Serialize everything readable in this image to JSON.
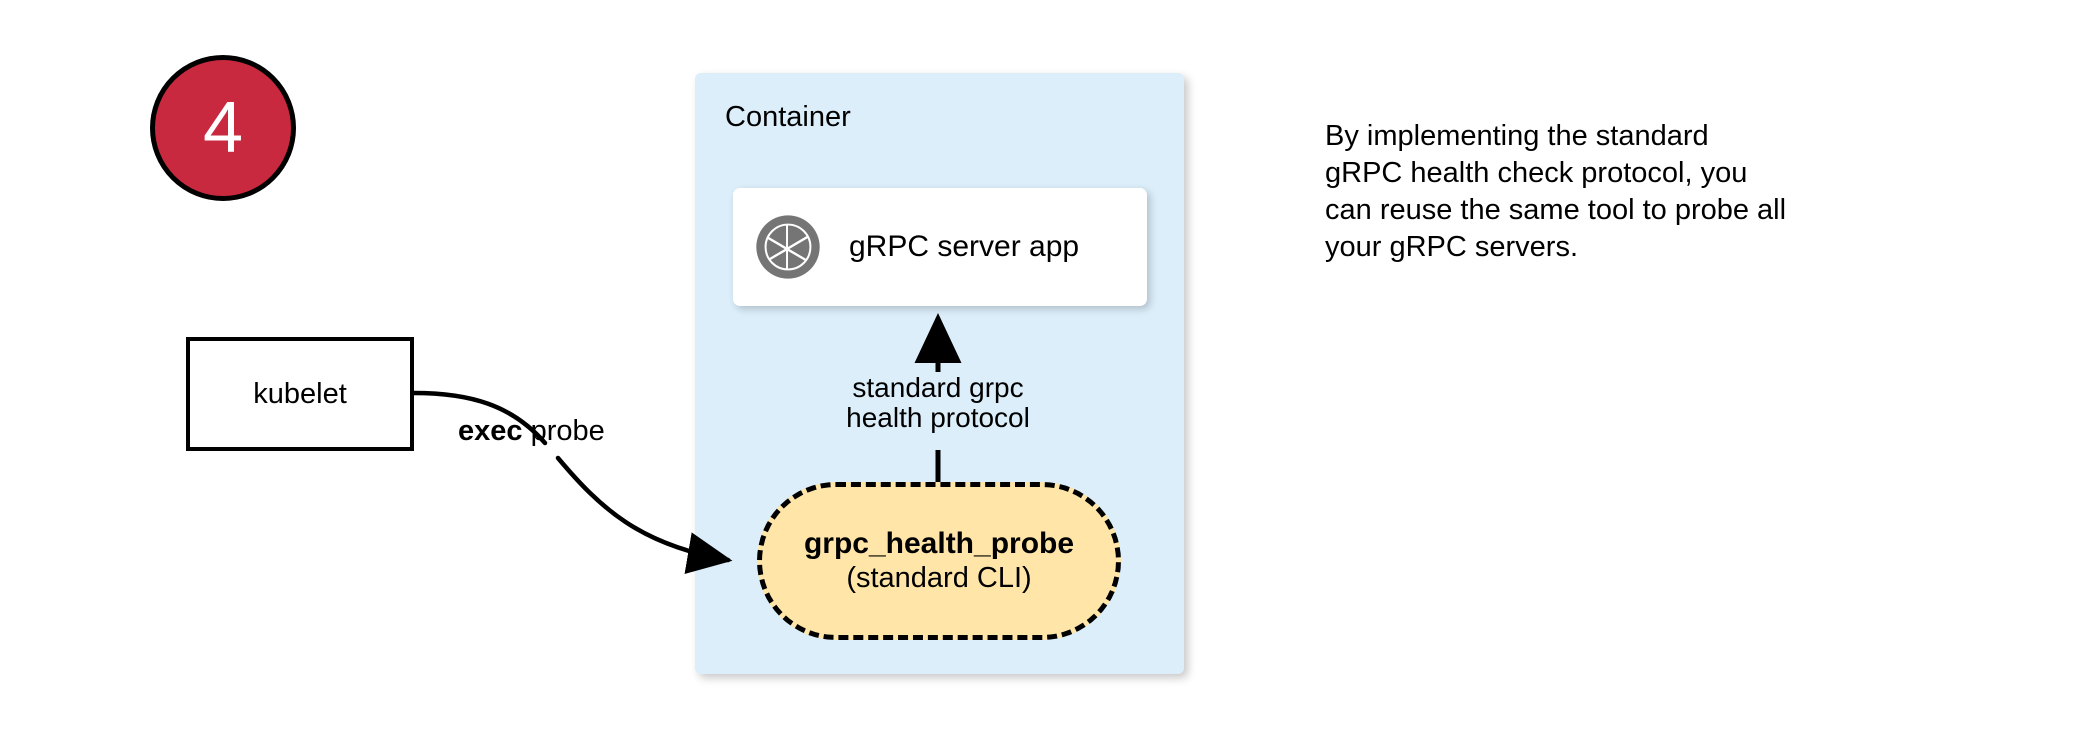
{
  "step": {
    "number": "4",
    "circle_fill": "#c9293e",
    "circle_stroke": "#000000",
    "number_color": "#ffffff"
  },
  "container": {
    "label": "Container",
    "fill": "#dbeefa"
  },
  "server_app": {
    "label": "gRPC server app",
    "icon": "aperture-icon",
    "icon_color": "#757575",
    "fill": "#ffffff"
  },
  "kubelet": {
    "label": "kubelet",
    "fill": "#ffffff",
    "stroke": "#000000"
  },
  "edges": {
    "exec_probe": {
      "label_bold": "exec",
      "label_rest": " probe",
      "from": "kubelet",
      "to": "grpc_health_probe"
    },
    "health_protocol": {
      "label_line1": "standard grpc",
      "label_line2": "health protocol",
      "from": "grpc_health_probe",
      "to": "gRPC server app"
    }
  },
  "probe_node": {
    "title": "grpc_health_probe",
    "subtitle": "(standard CLI)",
    "fill": "#ffe6a8",
    "stroke": "#000000",
    "border_style": "dashed"
  },
  "note": {
    "line1": "By implementing the standard",
    "line2": "gRPC health check protocol, you",
    "line3": "can reuse the same tool to probe all",
    "line4": "your gRPC servers."
  }
}
